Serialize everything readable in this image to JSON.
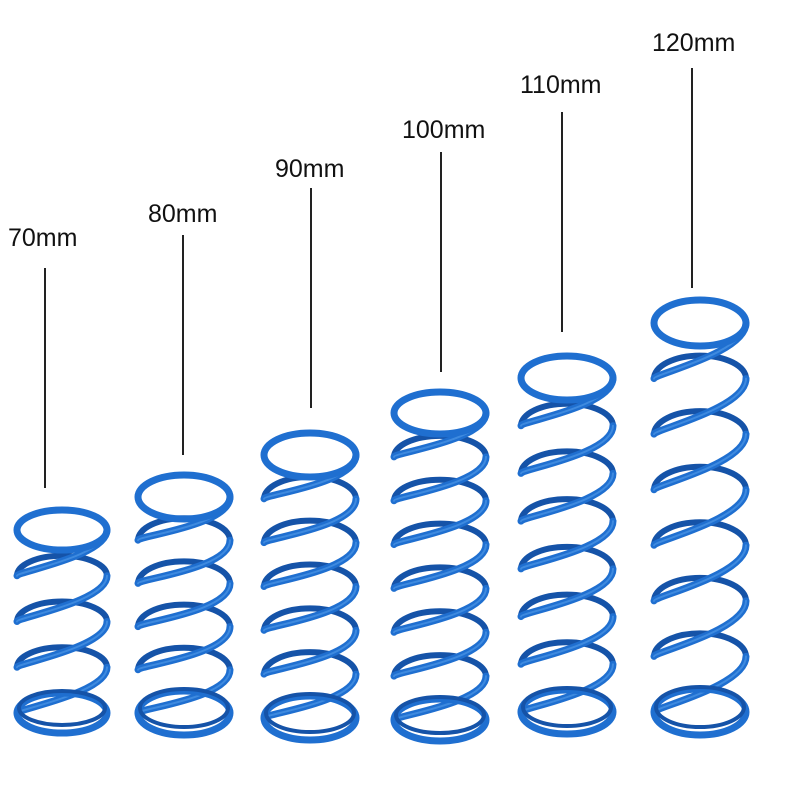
{
  "colors": {
    "background": "#ffffff",
    "spring": "#1f6fd0",
    "spring_dark": "#1553a8",
    "spring_light": "#4b95e6",
    "leader": "#222222",
    "label": "#111111"
  },
  "springs": [
    {
      "label": "70mm",
      "coils": 4
    },
    {
      "label": "80mm",
      "coils": 5
    },
    {
      "label": "90mm",
      "coils": 6
    },
    {
      "label": "100mm",
      "coils": 7
    },
    {
      "label": "110mm",
      "coils": 7
    },
    {
      "label": "120mm",
      "coils": 7
    }
  ]
}
